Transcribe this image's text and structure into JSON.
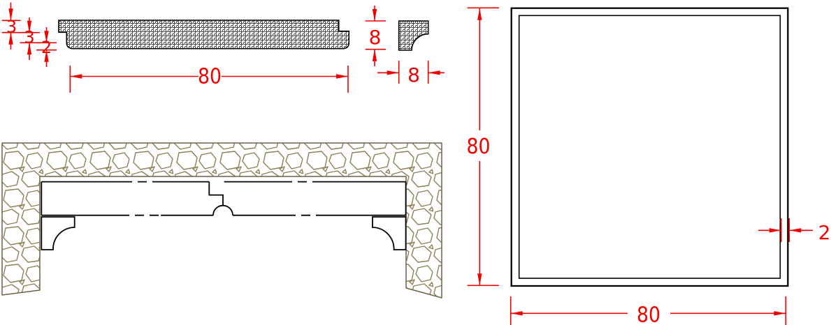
{
  "colors": {
    "dimension": "#f10000",
    "stone_outline": "#8d7f56",
    "drawing_line": "#000000"
  },
  "views": {
    "lid": {
      "dim_step_top": "3",
      "dim_step_mid": "3",
      "dim_step_bottom": "2",
      "dim_width": "80"
    },
    "bead": {
      "dim_height": "8",
      "dim_width": "8"
    },
    "tube": {
      "dim_height": "80",
      "dim_width": "80",
      "dim_wall": "2"
    }
  }
}
